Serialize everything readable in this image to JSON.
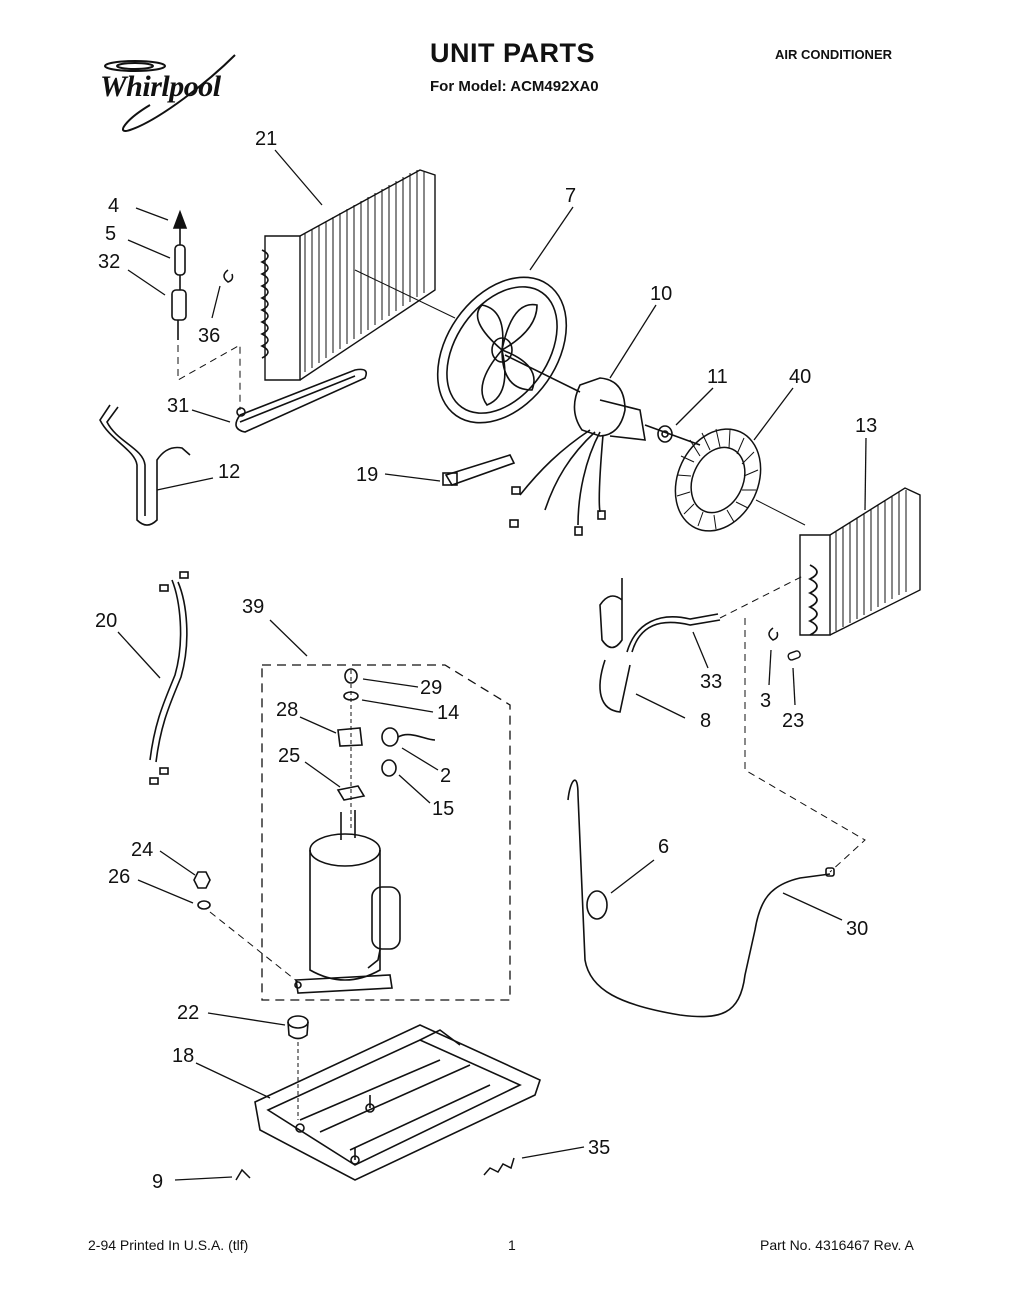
{
  "header": {
    "brand": "Whirlpool",
    "title": "UNIT PARTS",
    "model_line": "For Model: ACM492XA0",
    "category": "AIR CONDITIONER"
  },
  "callouts": [
    "21",
    "4",
    "5",
    "32",
    "36",
    "7",
    "10",
    "11",
    "40",
    "13",
    "31",
    "12",
    "19",
    "20",
    "39",
    "29",
    "14",
    "28",
    "2",
    "25",
    "15",
    "33",
    "3",
    "23",
    "8",
    "6",
    "24",
    "26",
    "30",
    "22",
    "18",
    "35",
    "9"
  ],
  "footer": {
    "left": "2-94 Printed In U.S.A. (tlf)",
    "center": "1",
    "right": "Part No. 4316467 Rev. A"
  }
}
